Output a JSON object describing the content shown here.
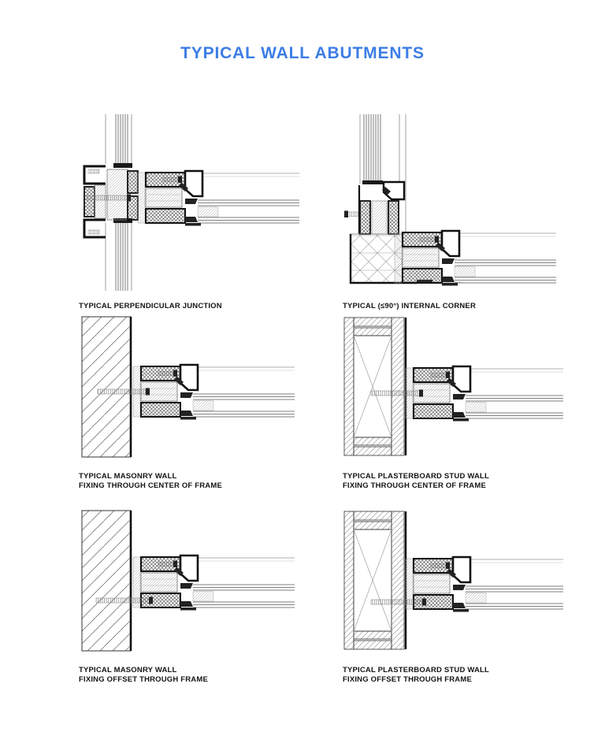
{
  "title": "TYPICAL WALL ABUTMENTS",
  "colors": {
    "title_blue": "#3c7de5",
    "linework_black": "#1a1a1a",
    "hatch_gray": "#777777",
    "background": "#ffffff"
  },
  "diagrams": [
    {
      "id": "perpendicular-junction",
      "caption_line1": "TYPICAL PERPENDICULAR JUNCTION",
      "caption_line2": ""
    },
    {
      "id": "internal-corner",
      "caption_line1": "TYPICAL (≤90°) INTERNAL CORNER",
      "caption_line2": ""
    },
    {
      "id": "masonry-wall-center-fix",
      "caption_line1": "TYPICAL MASONRY WALL",
      "caption_line2": "FIXING THROUGH CENTER OF FRAME"
    },
    {
      "id": "plasterboard-stud-wall-center-fix",
      "caption_line1": "TYPICAL PLASTERBOARD STUD WALL",
      "caption_line2": "FIXING THROUGH CENTER OF FRAME"
    },
    {
      "id": "masonry-wall-offset-fix",
      "caption_line1": "TYPICAL MASONRY WALL",
      "caption_line2": "FIXING OFFSET THROUGH FRAME"
    },
    {
      "id": "plasterboard-stud-wall-offset-fix",
      "caption_line1": "TYPICAL PLASTERBOARD STUD WALL",
      "caption_line2": "FIXING OFFSET THROUGH FRAME"
    }
  ]
}
